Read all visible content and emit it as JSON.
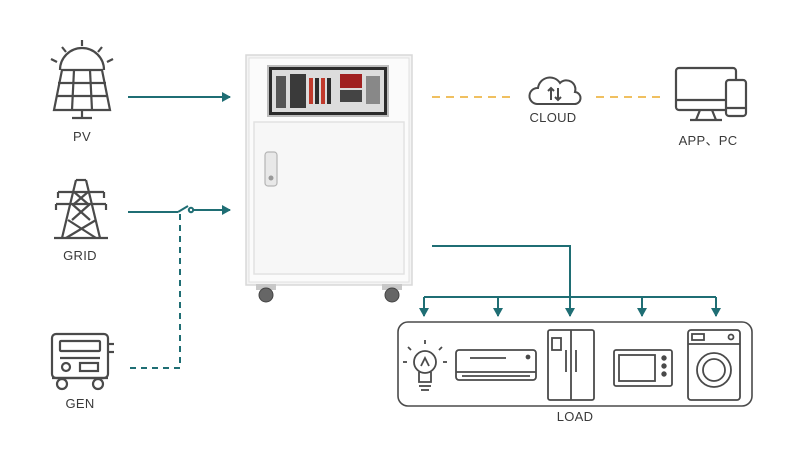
{
  "sources": {
    "pv": "PV",
    "grid": "GRID",
    "gen": "GEN"
  },
  "cloud": "CLOUD",
  "app_pc": "APP、PC",
  "load": {
    "label": "LOAD",
    "appliances": [
      "bulb-icon",
      "air-conditioner-icon",
      "refrigerator-icon",
      "microwave-icon",
      "washing-machine-icon"
    ]
  },
  "colors": {
    "flow_line": "#1f6e74",
    "comm_line": "#f0c060",
    "icon_stroke": "#4a4a4a",
    "cabinet": "#f7f7f7"
  }
}
